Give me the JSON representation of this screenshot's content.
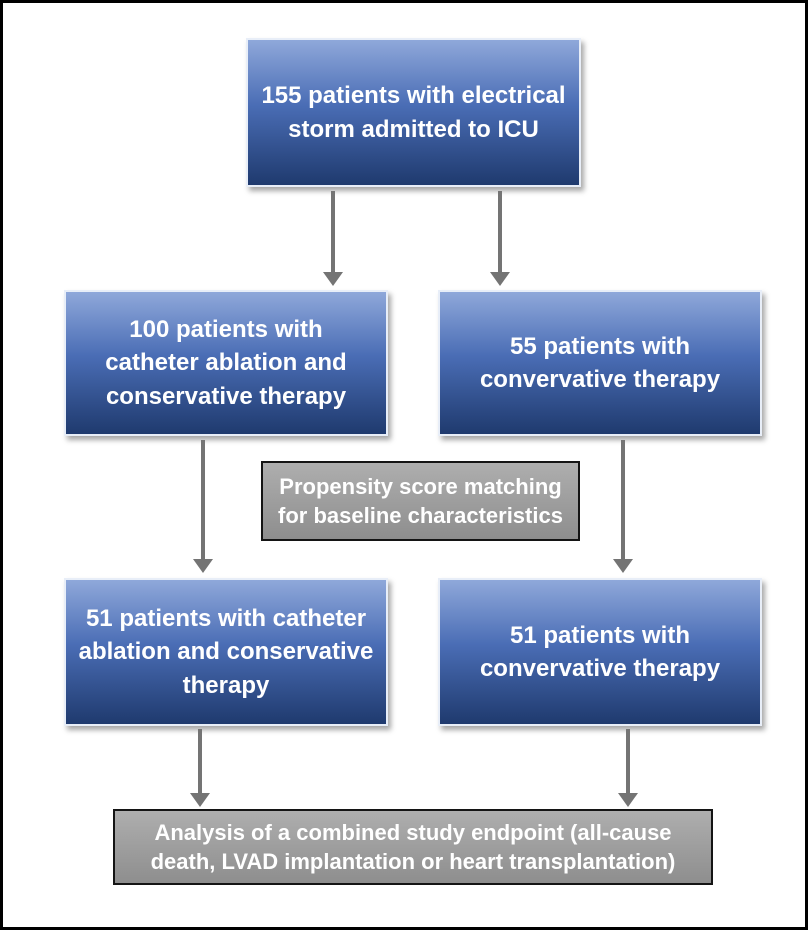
{
  "diagram": {
    "kind": "study-flowchart",
    "colors": {
      "box_blue_top": "#8FA8DA",
      "box_blue_bottom": "#1F3A6E",
      "box_blue_border": "#E8EEF8",
      "box_gray_top": "#AEAEAE",
      "box_gray_bottom": "#8E8E8E",
      "gray_border": "#141414",
      "arrow": "#747474",
      "text": "#FFFFFF",
      "frame": "#000000"
    },
    "nodes": {
      "enrollment": {
        "label": "155 patients with electrical storm admitted to ICU",
        "lines": [
          "155 patients with electrical",
          "storm admitted to ICU"
        ]
      },
      "ablation_group": {
        "label": "100 patients with catheter ablation and conservative therapy",
        "lines": [
          "100 patients with",
          "catheter ablation and",
          "conservative therapy"
        ]
      },
      "conservative_group": {
        "label": "55 patients with convervative therapy",
        "lines": [
          "55 patients with",
          "convervative therapy"
        ]
      },
      "matching": {
        "label": "Propensity score matching for baseline characteristics",
        "lines": [
          "Propensity score matching",
          "for baseline characteristics"
        ]
      },
      "matched_ablation_group": {
        "label": "51 patients with catheter ablation and conservative therapy",
        "lines": [
          "51 patients with catheter",
          "ablation and conservative",
          "therapy"
        ]
      },
      "matched_conservative_group": {
        "label": "51 patients with convervative therapy",
        "lines": [
          "51 patients with",
          "convervative therapy"
        ]
      },
      "endpoint": {
        "label": "Analysis of a combined study endpoint (all-cause death, LVAD implantation or heart transplantation)",
        "lines": [
          "Analysis of a combined study endpoint (all-cause",
          "death, LVAD implantation or heart transplantation)"
        ]
      }
    }
  }
}
